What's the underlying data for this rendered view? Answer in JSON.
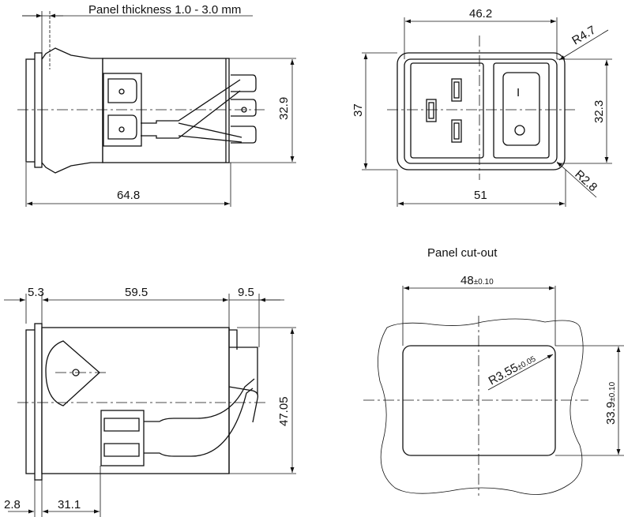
{
  "title_note": "Panel thickness 1.0 - 3.0 mm",
  "cutout_title": "Panel cut-out",
  "dimensions": {
    "side_length": "64.8",
    "side_height": "32.9",
    "front_width_inner": "46.2",
    "front_width_outer": "51",
    "front_height_outer": "37",
    "front_height_inner": "32.3",
    "radius_top": "R4.7",
    "radius_bottom": "R2.8",
    "flange_depth": "5.3",
    "body_length": "59.5",
    "terminal_length": "9.5",
    "bottom_height": "47.05",
    "flange_thickness": "2.8",
    "switch_offset": "31.1",
    "cutout_width": "48",
    "cutout_width_tol": "±0.10",
    "cutout_height": "33.9",
    "cutout_height_tol": "±0.10",
    "cutout_radius": "R3.55",
    "cutout_radius_tol": "±0.05"
  },
  "switch_symbols": {
    "on": "I",
    "off": "O"
  }
}
